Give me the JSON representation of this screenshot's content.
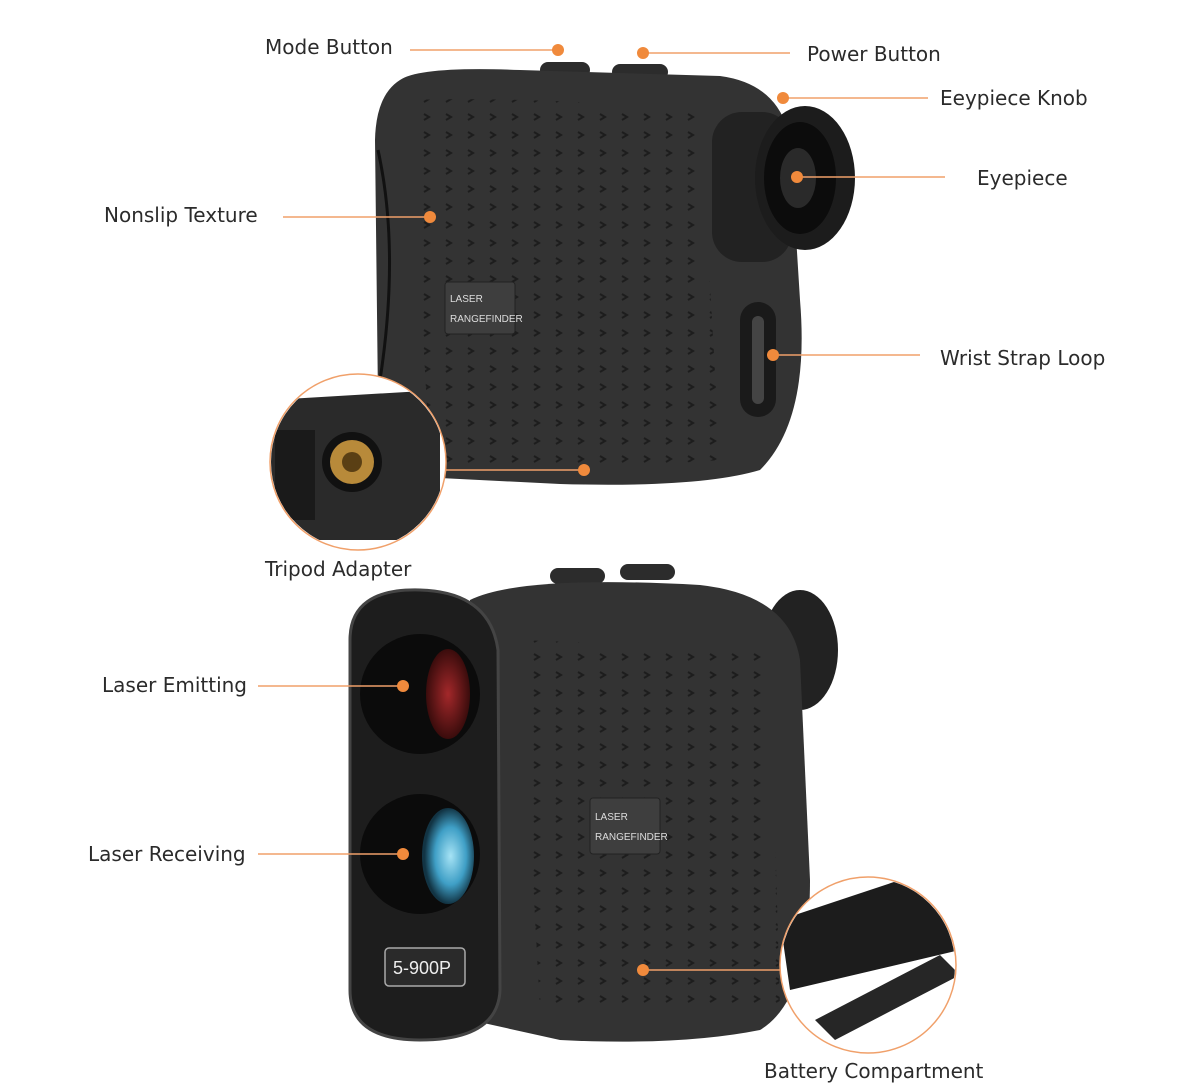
{
  "accent_color": "#f08a3c",
  "device_tag": [
    "LASER",
    "RANGEFINDER"
  ],
  "model_badge": "5-900P",
  "labels": {
    "mode_button": "Mode Button",
    "power_button": "Power Button",
    "eyepiece_knob": "Eeypiece Knob",
    "eyepiece": "Eyepiece",
    "nonslip_texture": "Nonslip Texture",
    "wrist_strap_loop": "Wrist Strap Loop",
    "tripod_adapter": "Tripod Adapter",
    "laser_emitting": "Laser Emitting",
    "laser_receiving": "Laser Receiving",
    "battery_compartment": "Battery Compartment"
  }
}
